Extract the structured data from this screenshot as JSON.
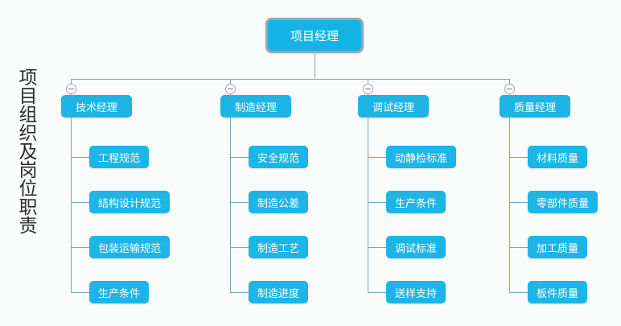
{
  "page": {
    "background_color": "#fafbfb",
    "side_title": "项目组织及岗位职责",
    "node_color": "#1db5e5",
    "root_border_color": "#93a8b8",
    "line_color": "#7fa4bc",
    "text_color": "#ffffff",
    "side_title_color": "#2b2b2b"
  },
  "toggle": {
    "icon": "collapse-minus-icon",
    "symbol": "−"
  },
  "tree": {
    "root": {
      "label": "项目经理"
    },
    "branches": [
      {
        "label": "技术经理",
        "children": [
          {
            "label": "工程规范"
          },
          {
            "label": "结构设计规范"
          },
          {
            "label": "包装运输规范"
          },
          {
            "label": "生产条件"
          }
        ]
      },
      {
        "label": "制造经理",
        "children": [
          {
            "label": "安全规范"
          },
          {
            "label": "制造公差"
          },
          {
            "label": "制造工艺"
          },
          {
            "label": "制造进度"
          }
        ]
      },
      {
        "label": "调试经理",
        "children": [
          {
            "label": "动静检标准"
          },
          {
            "label": "生产条件"
          },
          {
            "label": "调试标准"
          },
          {
            "label": "送样支持"
          }
        ]
      },
      {
        "label": "质量经理",
        "children": [
          {
            "label": "材料质量"
          },
          {
            "label": "零部件质量"
          },
          {
            "label": "加工质量"
          },
          {
            "label": "板件质量"
          }
        ]
      }
    ]
  }
}
